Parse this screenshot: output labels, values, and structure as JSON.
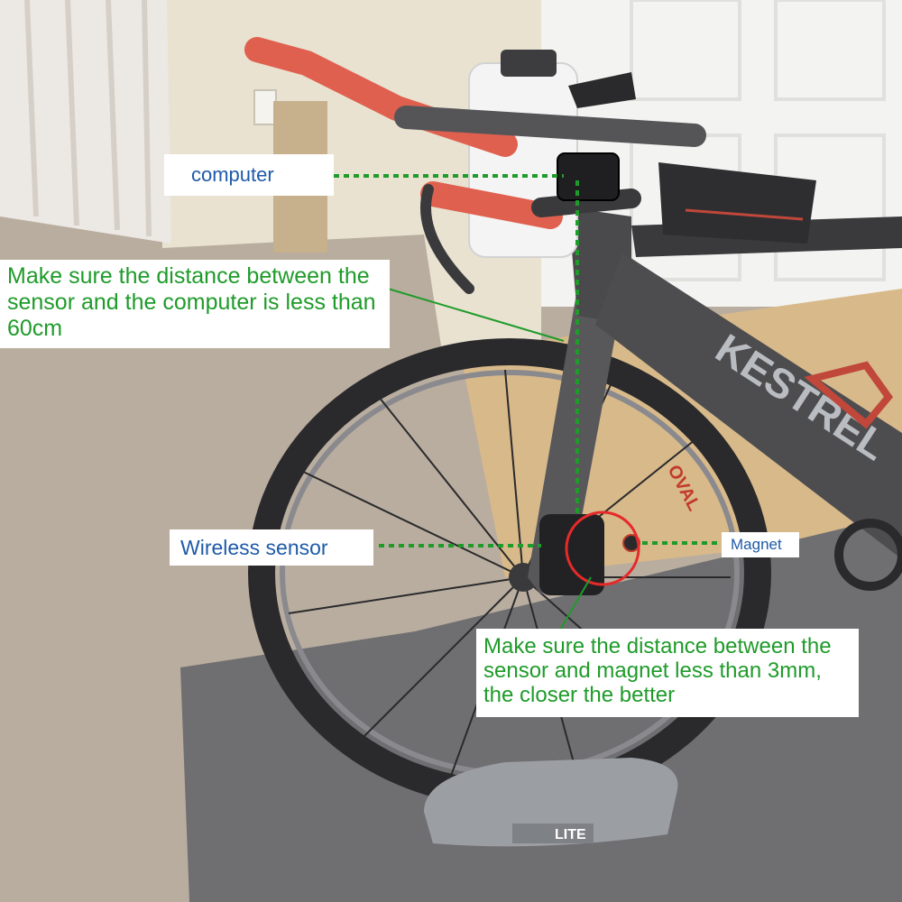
{
  "colors": {
    "callout_blue": "#1e5aa8",
    "callout_green": "#1f9b2a",
    "bar_tape": "#e0604f",
    "carpet": "#b9ad9f",
    "mat": "#6f6f72",
    "wall": "#e9e2d1",
    "floor_wood": "#d8b98a"
  },
  "callouts": {
    "computer": "computer",
    "distance_computer": "Make sure the distance between the sensor and the computer is less than 60cm",
    "wireless_sensor": "Wireless sensor",
    "magnet": "Magnet",
    "distance_magnet": "Make sure the distance between the sensor and magnet less than 3mm, the closer the better"
  },
  "bike_text": {
    "frame_brand": "KESTREL",
    "rim_brand": "OVAL",
    "stand_brand": "LITE"
  }
}
